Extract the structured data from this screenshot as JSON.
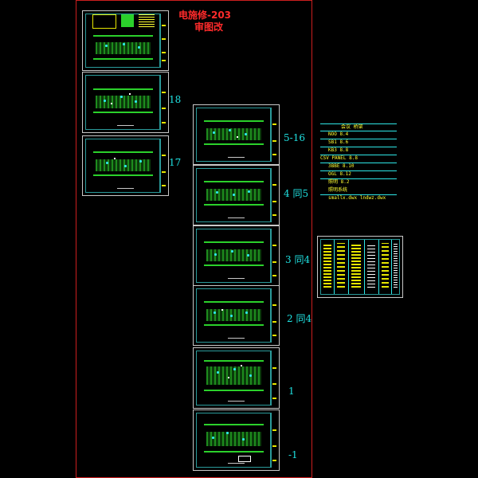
{
  "drawing": {
    "title_line1": "电施修-203",
    "title_line2": "审图改",
    "colors": {
      "frame": "#cc1f1f",
      "title": "#ff2b2b",
      "label": "#1fe0e0",
      "sheet_border": "#c8c8c8",
      "plan_lines": "#2bd12b",
      "note_text": "#ffff33"
    }
  },
  "sheets": [
    {
      "id": "cover-sheet",
      "label": ""
    },
    {
      "id": "floor-18",
      "label": "18"
    },
    {
      "id": "floor-17",
      "label": "17"
    },
    {
      "id": "floor-5-16",
      "label": "5-16"
    },
    {
      "id": "floor-4",
      "label": "4 同5"
    },
    {
      "id": "floor-3",
      "label": "3 同4"
    },
    {
      "id": "floor-2",
      "label": "2 同4"
    },
    {
      "id": "floor-1",
      "label": "1"
    },
    {
      "id": "floor-b1",
      "label": "-1"
    }
  ],
  "legend": {
    "rows": [
      "会议 桥架",
      "NOO 8.4",
      "SB1 8.6",
      "KB3 8.8",
      "CSV PANEL 8.8",
      "3BBE 8.10",
      "OGL 8.12",
      "照明 8.2",
      "照明系统",
      "smallx.dwx   lndwz.dwx"
    ]
  }
}
